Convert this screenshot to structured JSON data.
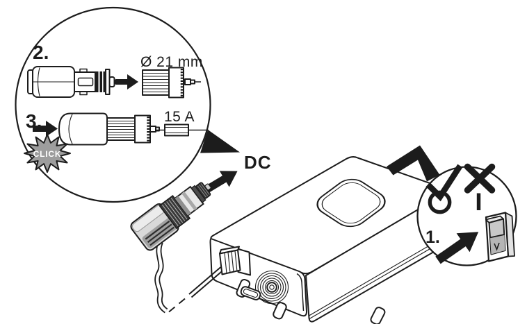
{
  "steps": {
    "step1_label": "1.",
    "step2_label": "2.",
    "step3_label": "3."
  },
  "labels": {
    "adapter_diameter": "Ø 21 mm",
    "fuse_rating": "15 A",
    "click_badge": "CLICK",
    "dc_port": "DC"
  },
  "icons": {
    "allowed": "check",
    "not_allowed": "cross",
    "switch_off": "power-off-circle",
    "switch_on": "power-on-line"
  },
  "colors": {
    "background": "#ffffff",
    "line": "#1c1c1c",
    "star_gray": "#9d9d9d",
    "plug_light_gray": "#d9d9d9",
    "plug_dark": "#383838",
    "switch_gray": "#c9c9c9"
  }
}
